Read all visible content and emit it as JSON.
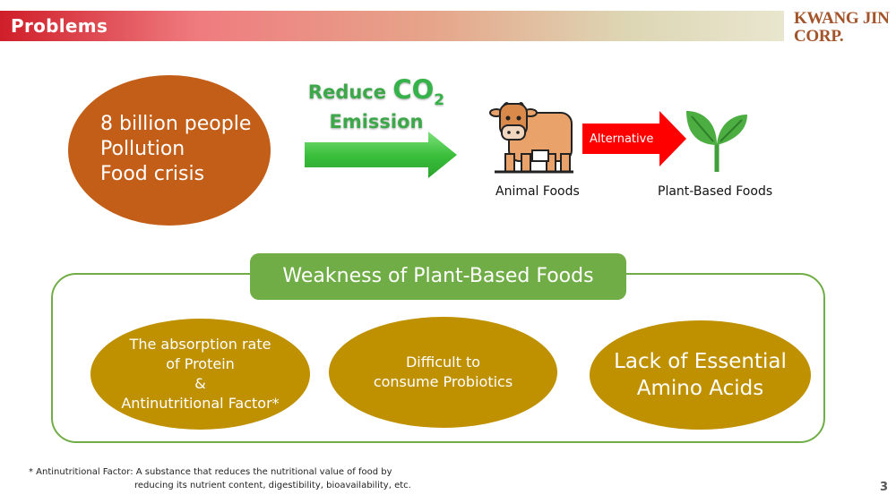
{
  "header": {
    "title": "Problems"
  },
  "logo": {
    "line1": "KWANG JIN",
    "line2": "CORP."
  },
  "problem": {
    "line1": "8 billion people",
    "line2": "Pollution",
    "line3": "Food crisis"
  },
  "reduce": {
    "word": "Reduce",
    "co2": "CO",
    "sub": "2",
    "emission": "Emission"
  },
  "animal": {
    "label": "Animal Foods"
  },
  "alternative": {
    "label": "Alternative"
  },
  "plant": {
    "label": "Plant-Based Foods"
  },
  "weakness": {
    "title": "Weakness of Plant-Based Foods",
    "item1": {
      "l1": "The absorption rate",
      "l2": "of Protein",
      "l3": "&",
      "l4": "Antinutritional Factor*"
    },
    "item2": {
      "l1": "Difficult to",
      "l2": "consume Probiotics"
    },
    "item3": {
      "l1": "Lack of Essential",
      "l2": "Amino Acids"
    }
  },
  "footnote": {
    "line1": "* Antinutritional Factor: A substance that reduces the nutritional value of food by",
    "line2": "reducing its nutrient content, digestibility, bioavailability, etc."
  },
  "page": {
    "number": "3"
  },
  "colors": {
    "green": "#70ad47",
    "gold": "#bf9000",
    "orange": "#c35e19",
    "red": "#ff0000",
    "brand": "#a3542a"
  }
}
